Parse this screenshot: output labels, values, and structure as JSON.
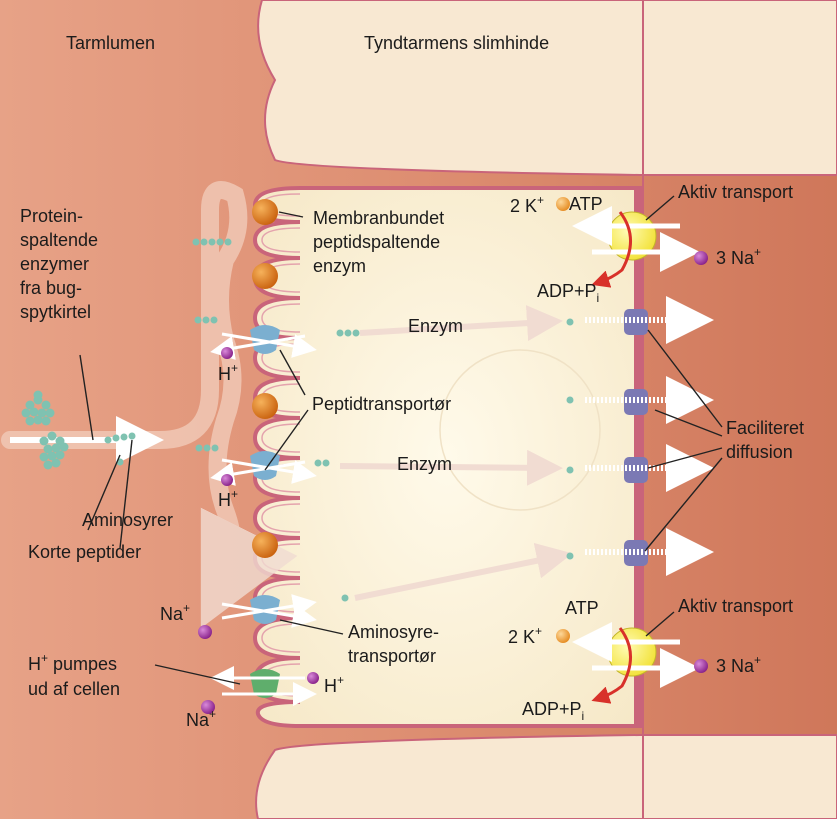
{
  "regions": {
    "lumen": "Tarmlumen",
    "mucosa": "Tyndtarmens slimhinde"
  },
  "left_labels": {
    "enzymes": [
      "Protein-",
      "spaltende",
      "enzymer",
      "fra bug-",
      "spytkirtel"
    ],
    "amino_acids": "Aminosyrer",
    "short_peptides": "Korte peptider",
    "h_pump": [
      "H",
      "+",
      " pumpes",
      "ud af cellen"
    ]
  },
  "membrane_labels": {
    "membrane_enzyme": [
      "Membranbundet",
      "peptidspaltende",
      "enzym"
    ],
    "peptide_transporter": "Peptidtransportør",
    "amino_transporter": [
      "Aminosyre-",
      "transportør"
    ]
  },
  "inner_labels": {
    "enzyme_1": "Enzym",
    "enzyme_2": "Enzym"
  },
  "right_labels": {
    "active_transport_1": "Aktiv transport",
    "active_transport_2": "Aktiv transport",
    "facilitated": [
      "Faciliteret",
      "diffusion"
    ]
  },
  "ions": {
    "atp": "ATP",
    "adp_base": "ADP+P",
    "adp_sub": "i",
    "two_k": "2 K",
    "three_na": "3 Na",
    "h": "H",
    "na": "Na",
    "plus": "+"
  },
  "colors": {
    "lumen": "#d9876a",
    "lumen_light": "#e9a68c",
    "cell": "#fbf3dc",
    "membrane": "#d06478",
    "enzyme": "#e0821f",
    "peptide_transporter": "#7bafd0",
    "na_h_exchanger": "#5fae6c",
    "basal_channel": "#7b79b4",
    "pump": "#f6e94a",
    "molecule": "#7fc2b1",
    "potassium": "#f0a040",
    "sodium": "#a43ba6",
    "arrow_red": "#d8312a"
  }
}
